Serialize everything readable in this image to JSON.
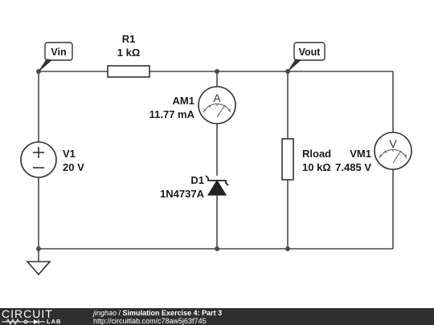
{
  "circuit": {
    "probes": {
      "vin": "Vin",
      "vout": "Vout"
    },
    "r1": {
      "name": "R1",
      "value": "1 kΩ"
    },
    "am1": {
      "name": "AM1",
      "reading": "11.77 mA",
      "symbol": "A"
    },
    "v1": {
      "name": "V1",
      "value": "20 V"
    },
    "d1": {
      "name": "D1",
      "part": "1N4737A"
    },
    "rload": {
      "name": "Rload",
      "value": "10 kΩ"
    },
    "vm1": {
      "name": "VM1",
      "reading": "7.485 V",
      "symbol": "V"
    }
  },
  "footer": {
    "logo_top": "CIRCUIT",
    "logo_bottom": "LAB",
    "author": "jinghao",
    "separator": " / ",
    "title": "Simulation Exercise 4: Part 3",
    "url": "http://circuitlab.com/c78aw5j63f745"
  }
}
